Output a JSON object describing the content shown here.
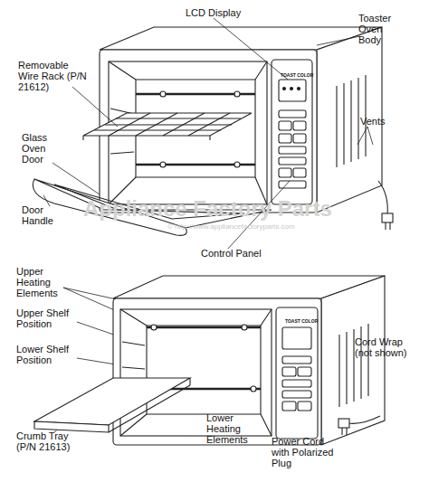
{
  "diagram": {
    "labels": [
      "LCD Display",
      "Toaster Oven Body",
      "Removable Wire Rack (P/N 21612)",
      "Glass Oven Door",
      "Vents",
      "Door Handle",
      "Control Panel",
      "Appliance Factory Parts",
      "© http://www.appliancefactoryparts.com",
      "TOAST COLOR",
      "Upper Heating Elements",
      "Upper Shelf Position",
      "Lower Shelf Position",
      "Cord Wrap (not shown)",
      "Crumb Tray (P/N 21613)",
      "Lower Heating Elements",
      "Power Cord with Polarized Plug",
      "TOAST COLOR"
    ]
  }
}
